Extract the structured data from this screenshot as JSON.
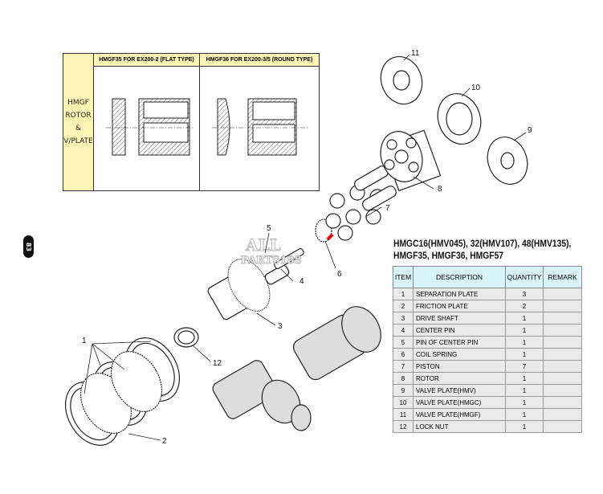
{
  "page_number": "83",
  "variant_table": {
    "row_label_lines": [
      "HMGF",
      "ROTOR",
      "&",
      "V/PLATE"
    ],
    "columns": [
      "HMGF35 FOR EX200-2 (FLAT TYPE)",
      "HMGF36 FOR EX200-3/5 (ROUND TYPE)"
    ]
  },
  "watermark": "ALL PARTS188",
  "callouts": [
    "1",
    "2",
    "3",
    "4",
    "5",
    "6",
    "7",
    "8",
    "9",
    "10",
    "11",
    "12"
  ],
  "parts_list": {
    "title_line1": "HMGC16(HMV045), 32(HMV107), 48(HMV135),",
    "title_line2": "HMGF35, HMGF36, HMGF57",
    "headers": {
      "item": "ITEM",
      "description": "DESCRIPTION",
      "quantity": "QUANTITY",
      "remark": "REMARK"
    },
    "rows": [
      {
        "item": "1",
        "description": "SEPARATION PLATE",
        "quantity": "3",
        "remark": ""
      },
      {
        "item": "2",
        "description": "FRICTION PLATE",
        "quantity": "2",
        "remark": ""
      },
      {
        "item": "3",
        "description": "DRIVE SHAFT",
        "quantity": "1",
        "remark": ""
      },
      {
        "item": "4",
        "description": "CENTER PIN",
        "quantity": "1",
        "remark": ""
      },
      {
        "item": "5",
        "description": "PIN OF CENTER PIN",
        "quantity": "1",
        "remark": ""
      },
      {
        "item": "6",
        "description": "COIL SPRING",
        "quantity": "1",
        "remark": ""
      },
      {
        "item": "7",
        "description": "PISTON",
        "quantity": "7",
        "remark": ""
      },
      {
        "item": "8",
        "description": "ROTOR",
        "quantity": "1",
        "remark": ""
      },
      {
        "item": "9",
        "description": "VALVE PLATE(HMV)",
        "quantity": "1",
        "remark": ""
      },
      {
        "item": "10",
        "description": "VALVE PLATE(HMGC)",
        "quantity": "1",
        "remark": ""
      },
      {
        "item": "11",
        "description": "VALVE PLATE(HMGF)",
        "quantity": "1",
        "remark": ""
      },
      {
        "item": "12",
        "description": "LOCK NUT",
        "quantity": "1",
        "remark": ""
      }
    ]
  }
}
